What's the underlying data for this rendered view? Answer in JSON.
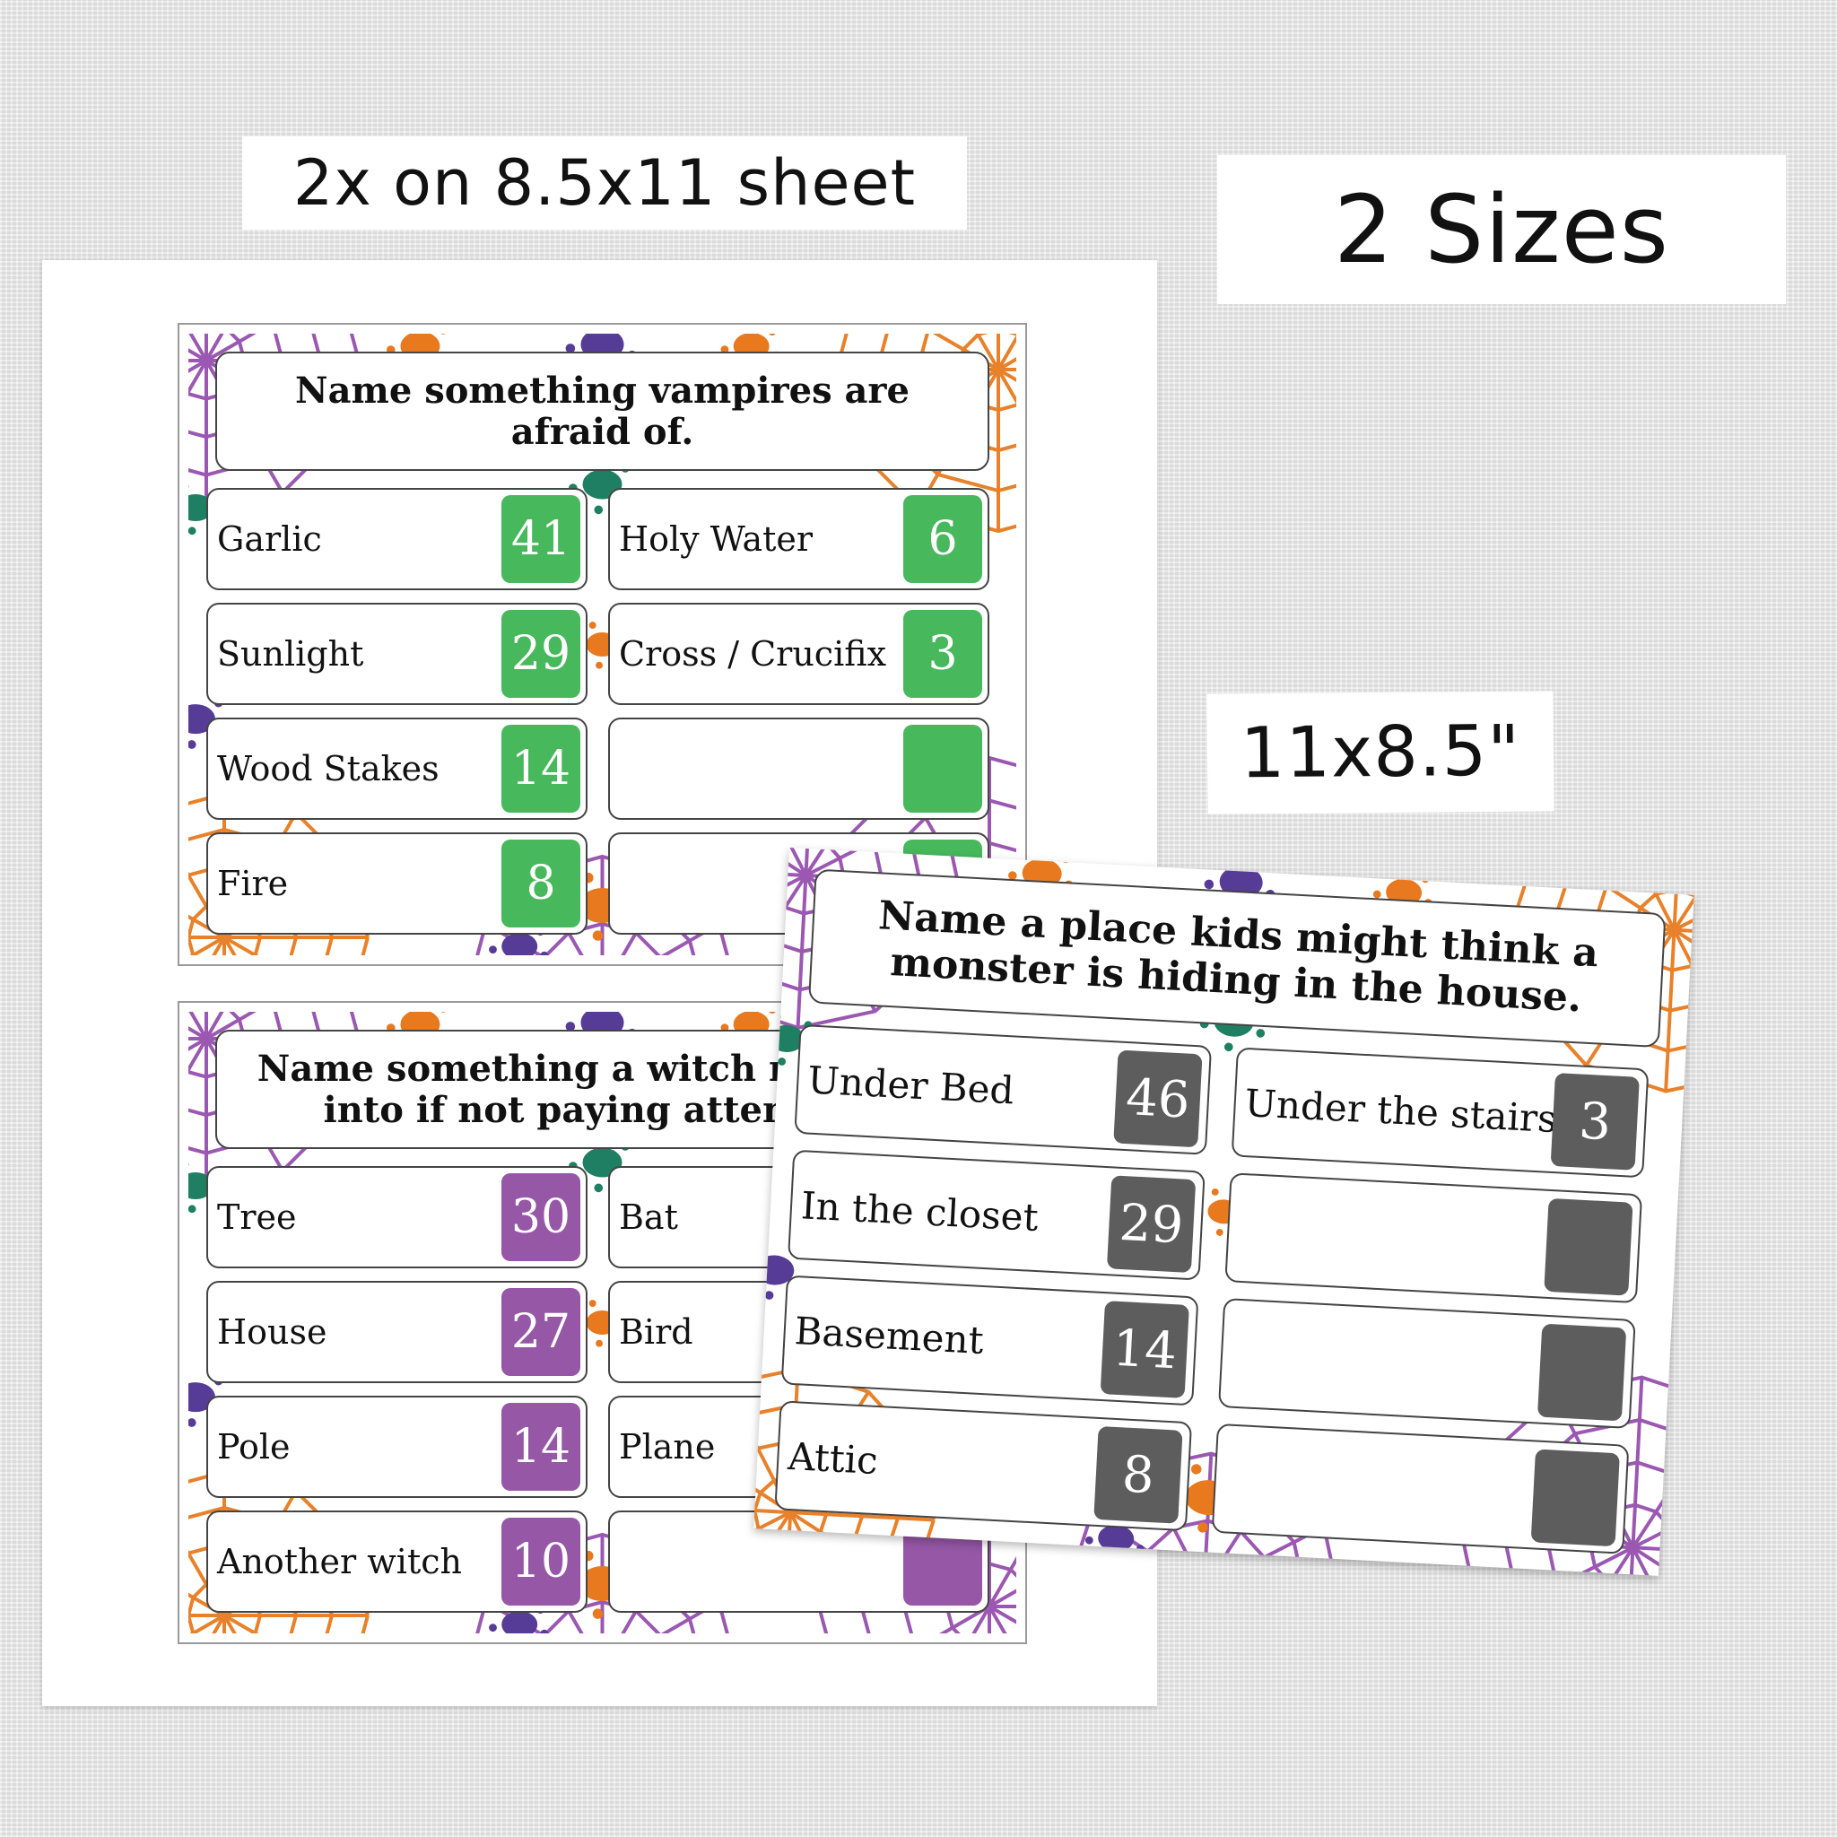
{
  "labels": {
    "sheet": "2x on 8.5x11 sheet",
    "sizes": "2 Sizes",
    "landscape": "11x8.5\""
  },
  "colors": {
    "green": "#47b85c",
    "purple": "#9557a6",
    "gray": "#5d5d5d",
    "splat_orange": "#e8791f",
    "splat_purple": "#563b97",
    "splat_teal": "#1f7f62",
    "web_purple": "#9b58b2",
    "web_orange": "#e8812a"
  },
  "cards": [
    {
      "question": "Name something vampires are afraid of.",
      "answers": [
        {
          "text": "Garlic",
          "score": "41"
        },
        {
          "text": "Holy Water",
          "score": "6"
        },
        {
          "text": "Sunlight",
          "score": "29"
        },
        {
          "text": "Cross / Crucifix",
          "score": "3"
        },
        {
          "text": "Wood Stakes",
          "score": "14"
        },
        {
          "text": "",
          "score": ""
        },
        {
          "text": "Fire",
          "score": "8"
        },
        {
          "text": "",
          "score": ""
        }
      ]
    },
    {
      "question": "Name something a witch might fly into if not paying attention.",
      "answers": [
        {
          "text": "Tree",
          "score": "30"
        },
        {
          "text": "Bat",
          "score": ""
        },
        {
          "text": "House",
          "score": "27"
        },
        {
          "text": "Bird",
          "score": ""
        },
        {
          "text": "Pole",
          "score": "14"
        },
        {
          "text": "Plane",
          "score": ""
        },
        {
          "text": "Another witch",
          "score": "10"
        },
        {
          "text": "",
          "score": ""
        }
      ]
    },
    {
      "question": "Name a place kids might think a monster is hiding in the house.",
      "answers": [
        {
          "text": "Under Bed",
          "score": "46"
        },
        {
          "text": "Under the stairs",
          "score": "3"
        },
        {
          "text": "In the closet",
          "score": "29"
        },
        {
          "text": "",
          "score": ""
        },
        {
          "text": "Basement",
          "score": "14"
        },
        {
          "text": "",
          "score": ""
        },
        {
          "text": "Attic",
          "score": "8"
        },
        {
          "text": "",
          "score": ""
        }
      ]
    }
  ]
}
